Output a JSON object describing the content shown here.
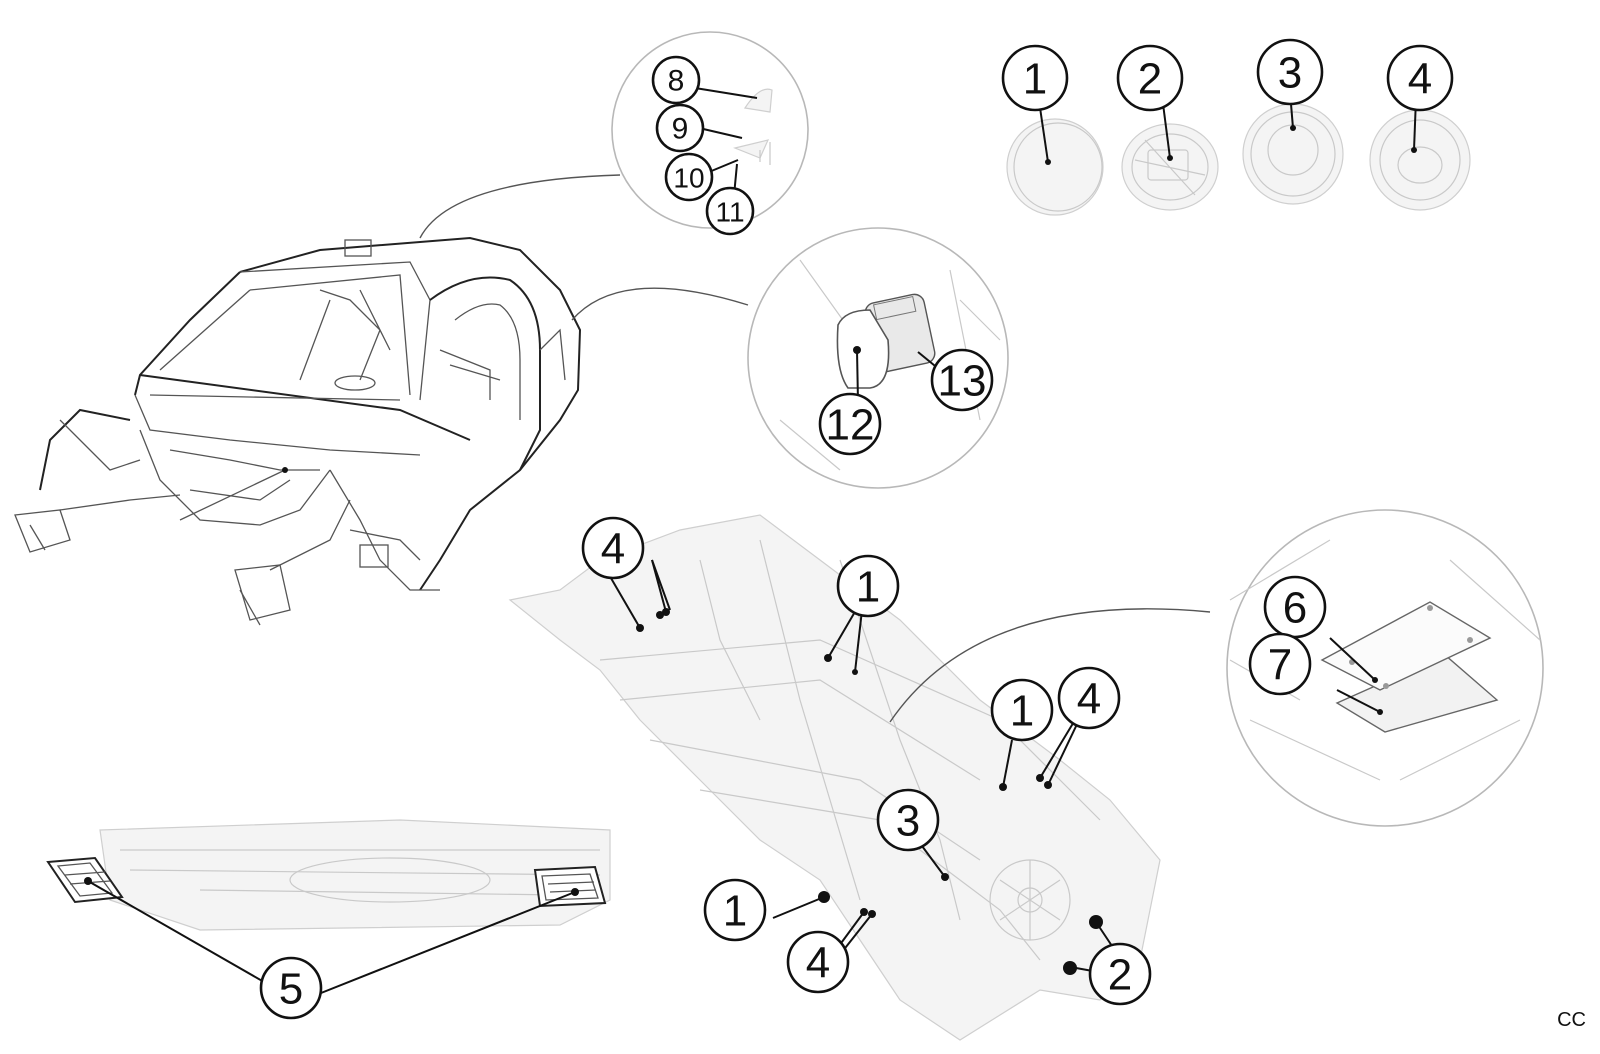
{
  "footer": {
    "code": "CC"
  },
  "colors": {
    "ink": "#111111",
    "linework": "#555555",
    "faint": "#c9c9c9",
    "ring": "#b8b8b8"
  },
  "callouts": [
    {
      "id": "top-1",
      "label": "1"
    },
    {
      "id": "top-2",
      "label": "2"
    },
    {
      "id": "top-3",
      "label": "3"
    },
    {
      "id": "top-4",
      "label": "4"
    },
    {
      "id": "roof-8",
      "label": "8"
    },
    {
      "id": "roof-9",
      "label": "9"
    },
    {
      "id": "roof-10",
      "label": "10"
    },
    {
      "id": "roof-11",
      "label": "11"
    },
    {
      "id": "fuel-12",
      "label": "12"
    },
    {
      "id": "fuel-13",
      "label": "13"
    },
    {
      "id": "floor-4a",
      "label": "4"
    },
    {
      "id": "floor-1a",
      "label": "1"
    },
    {
      "id": "floor-1b",
      "label": "1"
    },
    {
      "id": "floor-4b",
      "label": "4"
    },
    {
      "id": "floor-3",
      "label": "3"
    },
    {
      "id": "floor-1c",
      "label": "1"
    },
    {
      "id": "floor-4c",
      "label": "4"
    },
    {
      "id": "floor-2",
      "label": "2"
    },
    {
      "id": "panel-6",
      "label": "6"
    },
    {
      "id": "panel-7",
      "label": "7"
    },
    {
      "id": "rear-5",
      "label": "5"
    }
  ]
}
